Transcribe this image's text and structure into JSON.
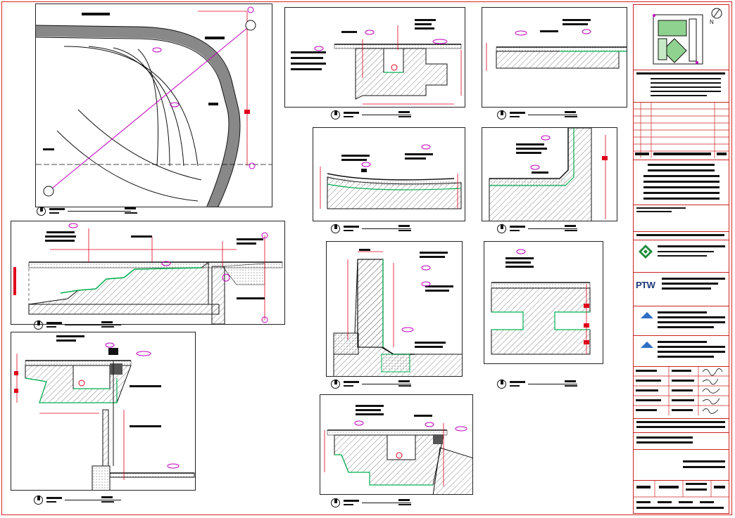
{
  "sheet": {
    "border_color": "#dd2222",
    "title_block": {
      "north_label": "N",
      "logo_text": "PTW"
    }
  },
  "colors": {
    "section_line": "#111111",
    "dimension": "#e0001b",
    "finish_line": "#00b050",
    "callout_bubble": "#c000c0"
  },
  "details": [
    {
      "id": "plan-detail",
      "kind": "plan"
    },
    {
      "id": "section-pool-steps",
      "kind": "section"
    },
    {
      "id": "section-pool-edge-drain",
      "kind": "section"
    },
    {
      "id": "section-drain-channel-top",
      "kind": "section"
    },
    {
      "id": "section-paving-flat",
      "kind": "section"
    },
    {
      "id": "section-slope-paving",
      "kind": "section"
    },
    {
      "id": "section-wall-corner",
      "kind": "section"
    },
    {
      "id": "section-retaining-wall",
      "kind": "section"
    },
    {
      "id": "section-slab-beam",
      "kind": "section"
    },
    {
      "id": "section-drain-channel-bottom",
      "kind": "section"
    }
  ]
}
